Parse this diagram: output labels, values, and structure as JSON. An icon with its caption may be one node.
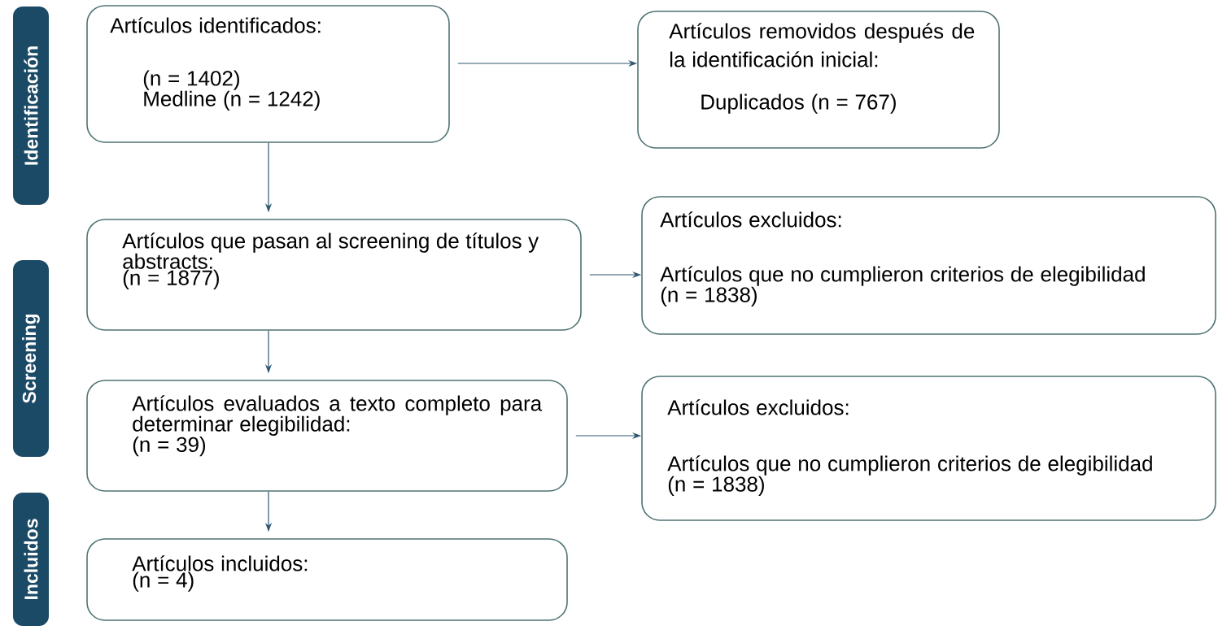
{
  "diagram": {
    "nodes": [
      {
        "text": [
          "Identificación"
        ]
      },
      {
        "text": [
          "Screening"
        ]
      },
      {
        "text": [
          "Incluidos"
        ]
      },
      {
        "text": [
          "Artículos identificados:",
          "(n = 1402)",
          "Medline (n = 1242)"
        ]
      },
      {
        "text": [
          "Artículos removidos después de la identificación inicial:",
          "Duplicados (n = 767)"
        ]
      },
      {
        "text": [
          "Artículos que pasan al screening de títulos y abstracts:",
          "(n = 1877)"
        ]
      },
      {
        "text": [
          "Artículos excluidos:",
          "Artículos que no cumplieron criterios de elegibilidad",
          "(n = 1838)"
        ]
      },
      {
        "text": [
          "Artículos evaluados a texto completo para determinar elegibilidad:",
          "(n = 39)"
        ]
      },
      {
        "text": [
          "Artículos excluidos:",
          "Artículos que no cumplieron criterios de elegibilidad",
          "(n = 1838)"
        ]
      },
      {
        "text": [
          "Artículos incluidos:",
          "(n = 4)"
        ]
      }
    ],
    "edges": [
      {
        "from": 3,
        "to": 4,
        "arrow": "to"
      },
      {
        "from": 3,
        "to": 5,
        "arrow": "to"
      },
      {
        "from": 5,
        "to": 6,
        "arrow": "to"
      },
      {
        "from": 5,
        "to": 7,
        "arrow": "to"
      },
      {
        "from": 7,
        "to": 8,
        "arrow": "to"
      },
      {
        "from": 7,
        "to": 9,
        "arrow": "to"
      }
    ]
  }
}
